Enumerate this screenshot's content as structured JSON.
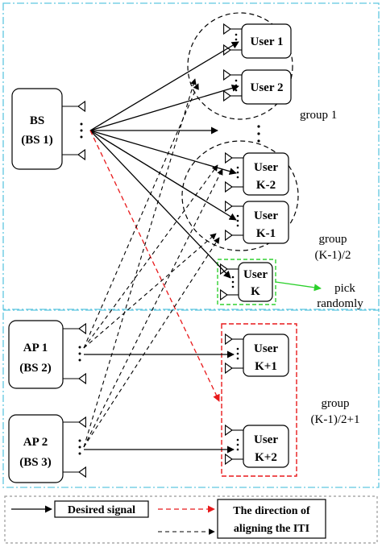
{
  "nodes": {
    "bs": {
      "line1": "BS",
      "line2": "(BS 1)"
    },
    "ap1": {
      "line1": "AP 1",
      "line2": "(BS 2)"
    },
    "ap2": {
      "line1": "AP 2",
      "line2": "(BS 3)"
    },
    "user1": {
      "line1": "User 1"
    },
    "user2": {
      "line1": "User 2"
    },
    "userK2": {
      "line1": "User",
      "line2": "K-2"
    },
    "userK1": {
      "line1": "User",
      "line2": "K-1"
    },
    "userK": {
      "line1": "User",
      "line2": "K"
    },
    "userK_1": {
      "line1": "User",
      "line2": "K+1"
    },
    "userK_2": {
      "line1": "User",
      "line2": "K+2"
    }
  },
  "groups": {
    "group1": "group 1",
    "group2_line1": "group",
    "group2_line2": "(K-1)/2",
    "group3_line1": "group",
    "group3_line2": "(K-1)/2+1"
  },
  "annotations": {
    "pick_line1": "pick",
    "pick_line2": "randomly"
  },
  "legend": {
    "desired": "Desired signal",
    "direction_line1": "The direction of",
    "direction_line2": "aligning the ITI"
  },
  "colors": {
    "region_border": "#5fc6e0",
    "direction_arrow": "#e8191b",
    "pick_arrow": "#2bd02b",
    "pick_box": "#30d030",
    "black": "#000000"
  }
}
